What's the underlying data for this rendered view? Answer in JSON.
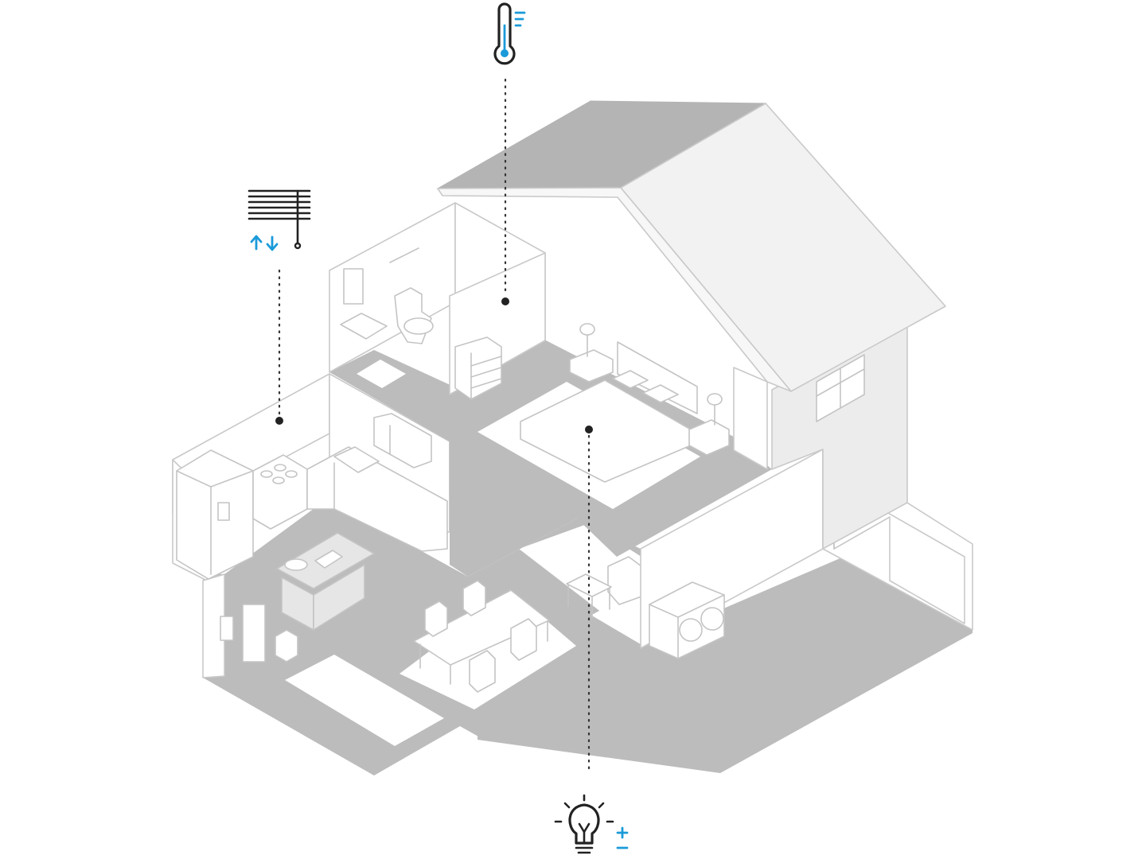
{
  "diagram": {
    "subject": "isometric-house-cutaway",
    "rooms": [
      "bathroom",
      "bedroom",
      "kitchen",
      "living-room",
      "dining-room",
      "laundry",
      "garage",
      "attic"
    ],
    "callouts": [
      {
        "id": "temperature",
        "icon": "thermometer-icon",
        "target": "bedroom"
      },
      {
        "id": "blinds",
        "icon": "window-blinds-icon",
        "target": "kitchen"
      },
      {
        "id": "lighting",
        "icon": "light-bulb-icon",
        "target": "living-room"
      }
    ]
  },
  "colors": {
    "floor": "#bcbcbc",
    "wall_stroke": "#c9c9c9",
    "roof_dark": "#b4b4b4",
    "roof_light": "#f2f2f2",
    "accent": "#1a9ad9",
    "icon_dark": "#222222"
  }
}
